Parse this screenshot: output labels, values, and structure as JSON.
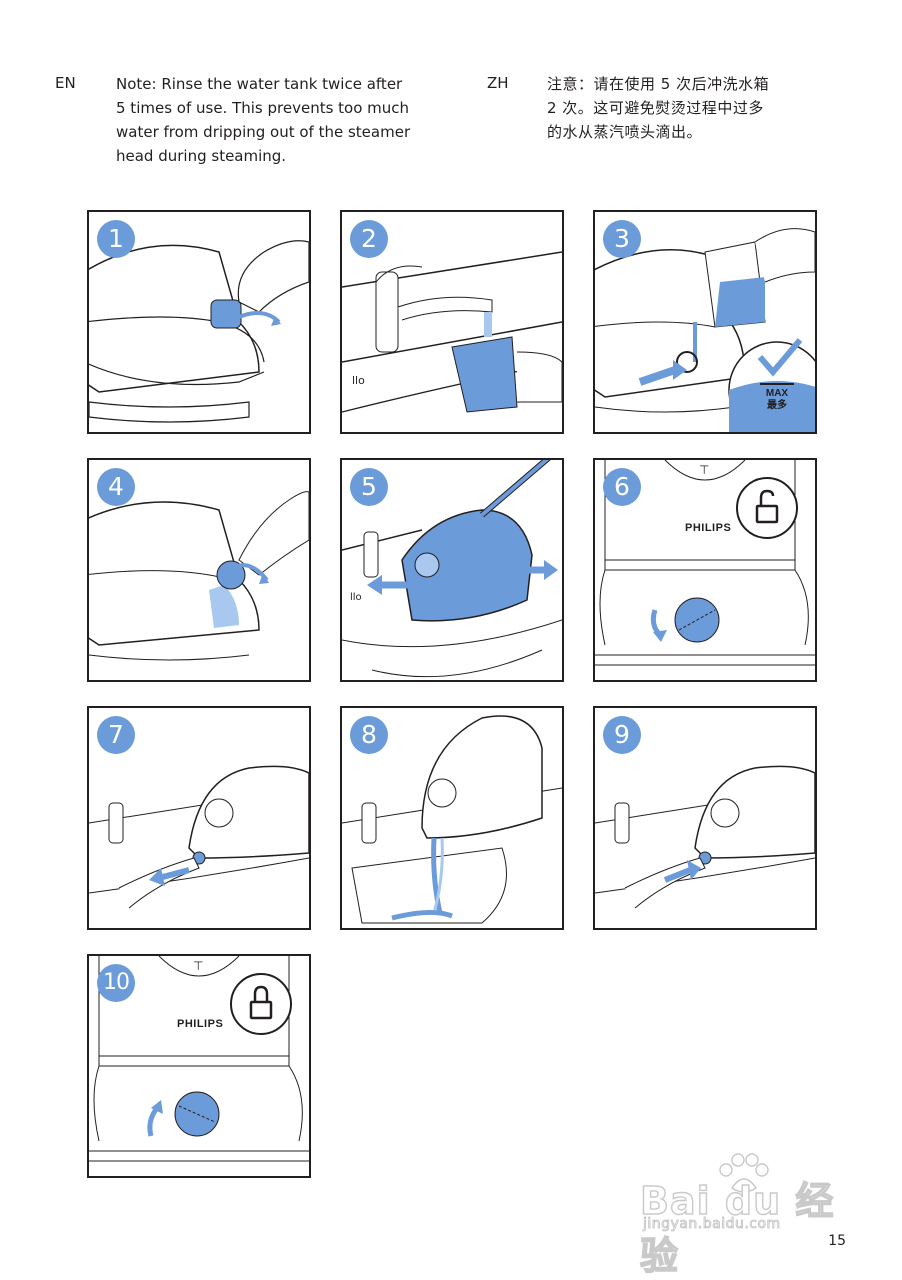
{
  "instructions": {
    "en": {
      "code": "EN",
      "text": "Note: Rinse the water tank twice after\n5 times of use. This prevents too much\nwater from dripping out of the steamer\nhead during steaming."
    },
    "zh": {
      "code": "ZH",
      "text": "注意：请在使用 5 次后冲洗水箱\n2 次。这可避免熨烫过程中过多\n的水从蒸汽喷头滴出。"
    }
  },
  "steps": [
    {
      "number": "1"
    },
    {
      "number": "2"
    },
    {
      "number": "3",
      "max_label": "MAX",
      "max_label_zh": "最多"
    },
    {
      "number": "4"
    },
    {
      "number": "5"
    },
    {
      "number": "6",
      "brand": "PHILIPS",
      "lock_state": "unlocked"
    },
    {
      "number": "7"
    },
    {
      "number": "8"
    },
    {
      "number": "9"
    },
    {
      "number": "10",
      "brand": "PHILIPS",
      "lock_state": "locked"
    }
  ],
  "watermark": {
    "logo": "Bai du 经验",
    "url": "jingyan.baidu.com"
  },
  "page_number": "15",
  "colors": {
    "accent": "#6b9bd8",
    "water": "#5b8fd6",
    "ink": "#231f20"
  }
}
